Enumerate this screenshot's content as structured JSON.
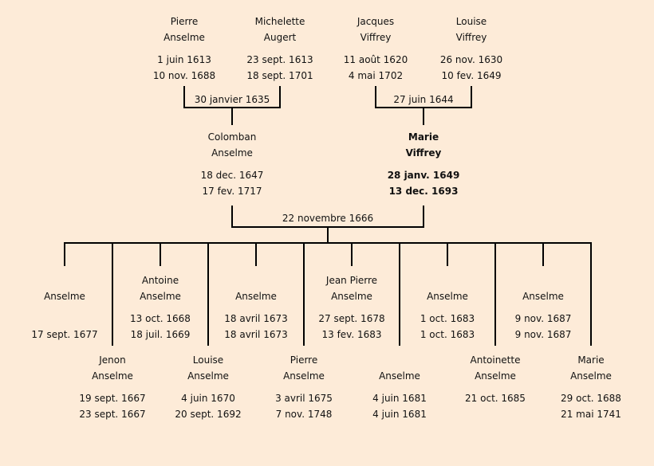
{
  "grandparents": [
    {
      "first": "Pierre",
      "last": "Anselme",
      "birth": "1 juin 1613",
      "death": "10 nov. 1688"
    },
    {
      "first": "Michelette",
      "last": "Augert",
      "birth": "23 sept. 1613",
      "death": "18 sept. 1701"
    },
    {
      "first": "Jacques",
      "last": "Viffrey",
      "birth": "11 août 1620",
      "death": "4 mai 1702"
    },
    {
      "first": "Louise",
      "last": "Viffrey",
      "birth": "26 nov. 1630",
      "death": "10 fev. 1649"
    }
  ],
  "marriages": {
    "paternal": "30 janvier 1635",
    "maternal": "27 juin 1644",
    "parents": "22 novembre 1666"
  },
  "parents": [
    {
      "first": "Colomban",
      "last": "Anselme",
      "birth": "18 dec. 1647",
      "death": "17 fev. 1717"
    },
    {
      "first": "Marie",
      "last": "Viffrey",
      "birth": "28 janv. 1649",
      "death": "13 dec. 1693"
    }
  ],
  "children": [
    {
      "first": "",
      "last": "Anselme",
      "birth": "",
      "death": "17 sept. 1677"
    },
    {
      "first": "Jenon",
      "last": "Anselme",
      "birth": "19 sept. 1667",
      "death": "23 sept. 1667"
    },
    {
      "first": "Antoine",
      "last": "Anselme",
      "birth": "13 oct. 1668",
      "death": "18 juil. 1669"
    },
    {
      "first": "Louise",
      "last": "Anselme",
      "birth": "4 juin 1670",
      "death": "20 sept. 1692"
    },
    {
      "first": "",
      "last": "Anselme",
      "birth": "18 avril 1673",
      "death": "18 avril 1673"
    },
    {
      "first": "Pierre",
      "last": "Anselme",
      "birth": "3 avril 1675",
      "death": "7 nov. 1748"
    },
    {
      "first": "Jean Pierre",
      "last": "Anselme",
      "birth": "27 sept. 1678",
      "death": "13 fev. 1683"
    },
    {
      "first": "",
      "last": "Anselme",
      "birth": "4 juin 1681",
      "death": "4 juin 1681"
    },
    {
      "first": "",
      "last": "Anselme",
      "birth": "1 oct. 1683",
      "death": "1 oct. 1683"
    },
    {
      "first": "Antoinette",
      "last": "Anselme",
      "birth": "21 oct. 1685",
      "death": ""
    },
    {
      "first": "",
      "last": "Anselme",
      "birth": "9 nov. 1687",
      "death": "9 nov. 1687"
    },
    {
      "first": "Marie",
      "last": "Anselme",
      "birth": "29 oct. 1688",
      "death": "21 mai 1741"
    }
  ]
}
